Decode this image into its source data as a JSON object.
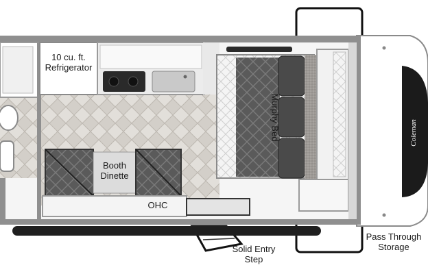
{
  "labels": {
    "refrigerator_line1": "10 cu. ft.",
    "refrigerator_line2": "Refrigerator",
    "dinette_line1": "Booth",
    "dinette_line2": "Dinette",
    "ohc": "OHC",
    "murphy_bed": "Murphy Bed",
    "entry_step_line1": "Solid Entry",
    "entry_step_line2": "Step",
    "storage_line1": "Pass Through",
    "storage_line2": "Storage"
  },
  "brand": {
    "logo_text": "Coleman"
  },
  "colors": {
    "wall": "#9a9a9a",
    "floor_light": "#e4e1dc",
    "floor_dark": "#c9c5bf",
    "cushion": "#4a4a4a",
    "cabinet": "#f2f2f2",
    "nose_dark": "#1b1b1b"
  }
}
